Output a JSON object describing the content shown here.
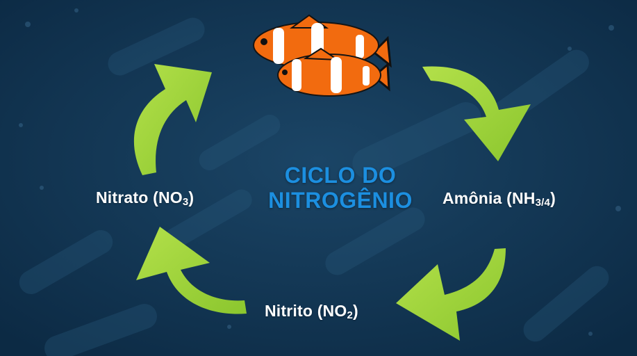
{
  "title": {
    "line1": "CICLO DO",
    "line2": "NITROGÊNIO"
  },
  "nodes": {
    "amonia": {
      "text": "Amônia (NH",
      "sub": "3/4",
      "close": ")"
    },
    "nitrito": {
      "text": "Nitrito (NO",
      "sub": "2",
      "close": ")"
    },
    "nitrato": {
      "text": "Nitrato (NO",
      "sub": "3",
      "close": ")"
    }
  },
  "colors": {
    "background": "#0f2f4a",
    "arrow": "#9cd33b",
    "title": "#1c8fe0",
    "fish_orange": "#f26b0f",
    "label": "#ffffff"
  },
  "icons": [
    "clownfish-icon",
    "cycle-arrow-icon",
    "bacteria-icon"
  ]
}
